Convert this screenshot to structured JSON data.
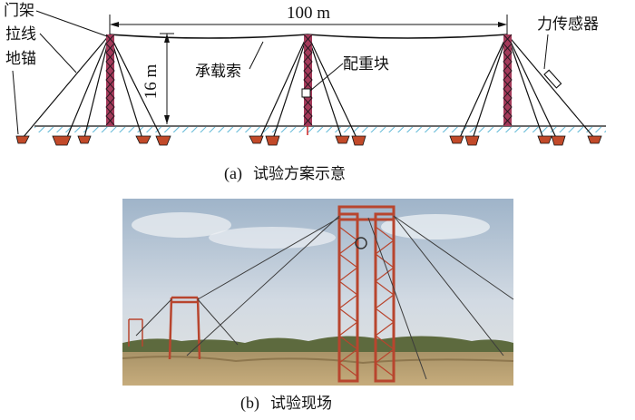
{
  "diagram": {
    "labels": {
      "portal_frame": "门架",
      "guy_wire": "拉线",
      "ground_anchor": "地锚",
      "span": "100 m",
      "height": "16 m",
      "carrying_cable": "承载索",
      "counterweight": "配重块",
      "force_sensor": "力传感器"
    },
    "caption_a": {
      "tag": "(a)",
      "text": "试验方案示意"
    },
    "caption_b": {
      "tag": "(b)",
      "text": "试验现场"
    }
  },
  "colors": {
    "tower_fill": "#a43a5a",
    "tower_lattice": "#2a1a22",
    "ground_hatch": "#5fb8d6",
    "anchor": "#c24a2a",
    "sky": "#c8d3df",
    "ground_photo": "#b89a6a",
    "photo_tower": "#b8452e"
  }
}
